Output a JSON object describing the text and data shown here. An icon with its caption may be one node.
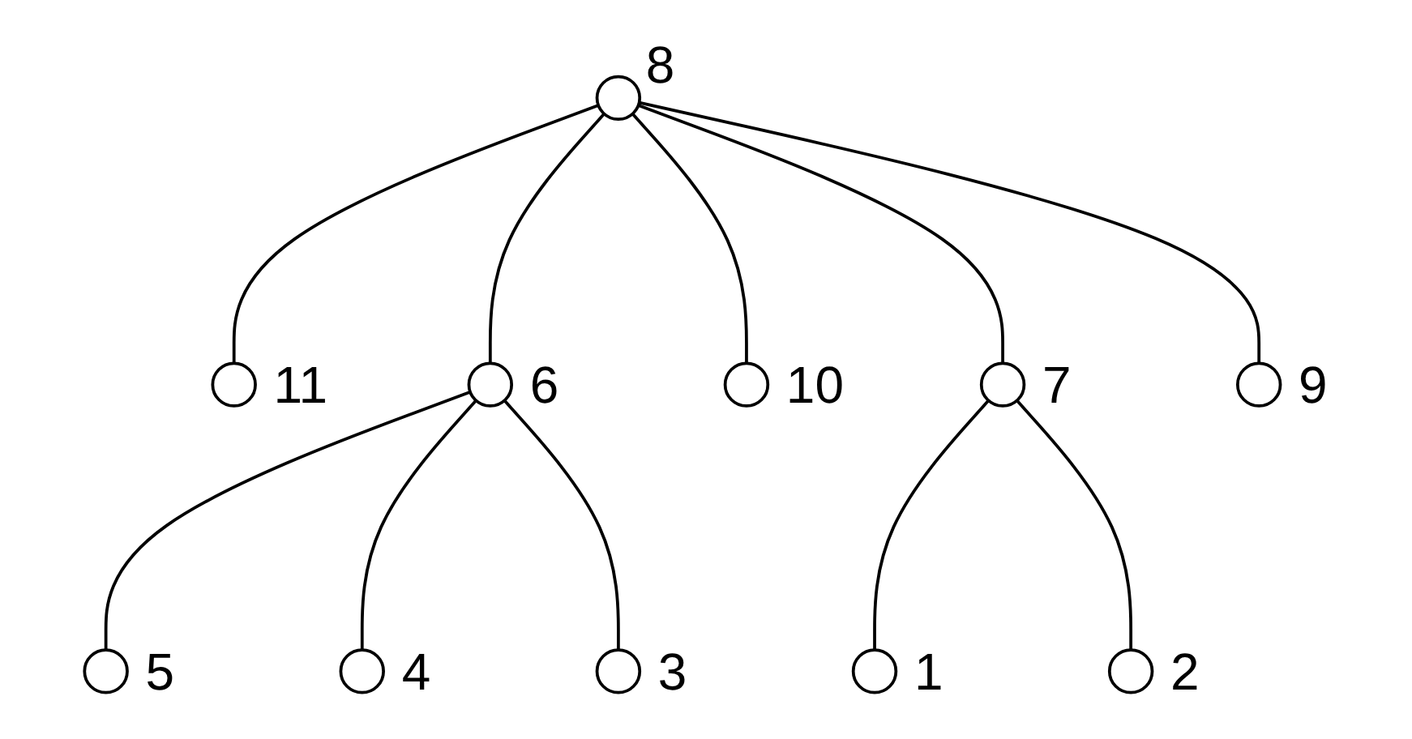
{
  "diagram": {
    "nodes": [
      {
        "text": [],
        "shape": "circle",
        "beside": [
          "11"
        ]
      },
      {
        "text": [],
        "shape": "circle",
        "beside": [
          "6"
        ]
      },
      {
        "text": [],
        "shape": "circle",
        "beside": [
          "5"
        ]
      },
      {
        "text": [],
        "shape": "circle",
        "beside": [
          "10"
        ]
      },
      {
        "text": [],
        "shape": "circle",
        "beside": [
          "8"
        ]
      },
      {
        "text": [],
        "shape": "circle",
        "beside": [
          "4"
        ]
      },
      {
        "text": [],
        "shape": "circle",
        "beside": [
          "7"
        ]
      },
      {
        "text": [],
        "shape": "circle",
        "beside": [
          "3"
        ]
      },
      {
        "text": [],
        "shape": "circle",
        "beside": [
          "9"
        ]
      },
      {
        "text": [],
        "shape": "circle",
        "beside": [
          "1"
        ]
      },
      {
        "text": [],
        "shape": "circle",
        "beside": [
          "2"
        ]
      }
    ],
    "edges": [
      {
        "from": 4,
        "to": 0,
        "arrow": "none"
      },
      {
        "from": 4,
        "to": 3,
        "arrow": "none"
      },
      {
        "from": 4,
        "to": 1,
        "arrow": "none"
      },
      {
        "from": 4,
        "to": 6,
        "arrow": "none"
      },
      {
        "from": 4,
        "to": 8,
        "arrow": "none"
      },
      {
        "from": 1,
        "to": 2,
        "arrow": "none"
      },
      {
        "from": 1,
        "to": 5,
        "arrow": "none"
      },
      {
        "from": 1,
        "to": 7,
        "arrow": "none"
      },
      {
        "from": 6,
        "to": 9,
        "arrow": "none"
      },
      {
        "from": 6,
        "to": 10,
        "arrow": "none"
      }
    ]
  }
}
